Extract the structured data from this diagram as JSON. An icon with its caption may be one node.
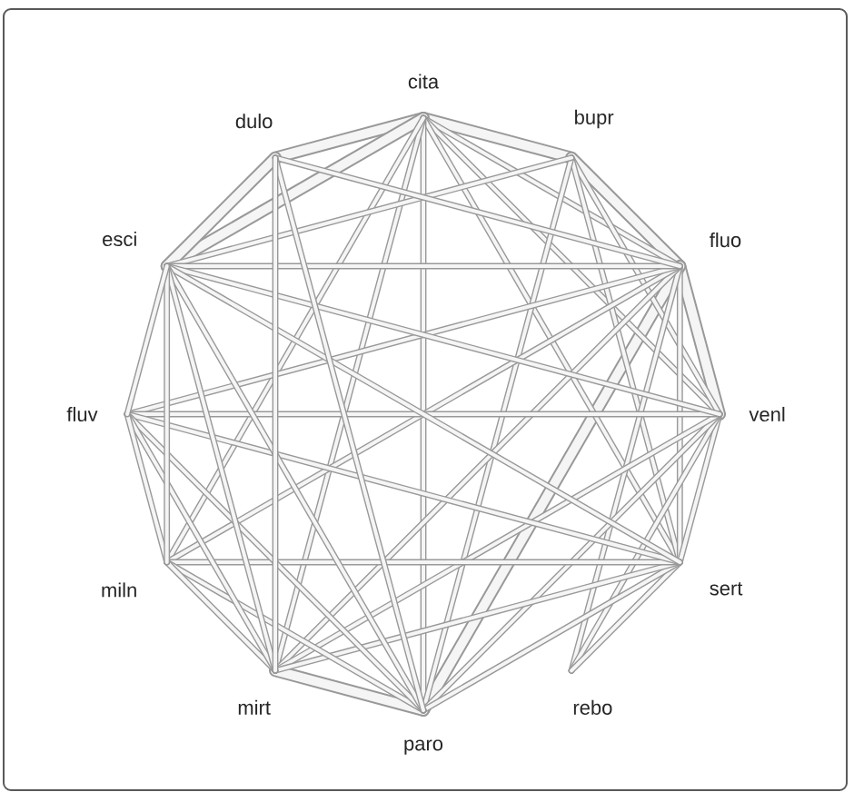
{
  "diagram": {
    "nodes": [
      {
        "text": [
          "cita"
        ]
      },
      {
        "text": [
          "bupr"
        ]
      },
      {
        "text": [
          "fluo"
        ]
      },
      {
        "text": [
          "venl"
        ]
      },
      {
        "text": [
          "sert"
        ]
      },
      {
        "text": [
          "rebo"
        ]
      },
      {
        "text": [
          "paro"
        ]
      },
      {
        "text": [
          "mirt"
        ]
      },
      {
        "text": [
          "miln"
        ]
      },
      {
        "text": [
          "fluv"
        ]
      },
      {
        "text": [
          "esci"
        ]
      },
      {
        "text": [
          "dulo"
        ]
      }
    ],
    "edges": [
      {
        "from": 0,
        "to": 11,
        "arrow": "none",
        "style": "thick"
      },
      {
        "from": 0,
        "to": 1,
        "arrow": "none",
        "style": "thick"
      },
      {
        "from": 0,
        "to": 2,
        "arrow": "none"
      },
      {
        "from": 0,
        "to": 3,
        "arrow": "none"
      },
      {
        "from": 0,
        "to": 4,
        "arrow": "none"
      },
      {
        "from": 0,
        "to": 6,
        "arrow": "none"
      },
      {
        "from": 0,
        "to": 7,
        "arrow": "none"
      },
      {
        "from": 0,
        "to": 8,
        "arrow": "none"
      },
      {
        "from": 0,
        "to": 10,
        "arrow": "none",
        "style": "thick"
      },
      {
        "from": 1,
        "to": 2,
        "arrow": "none",
        "style": "thick"
      },
      {
        "from": 1,
        "to": 3,
        "arrow": "none"
      },
      {
        "from": 1,
        "to": 4,
        "arrow": "none"
      },
      {
        "from": 1,
        "to": 6,
        "arrow": "none"
      },
      {
        "from": 1,
        "to": 10,
        "arrow": "none"
      },
      {
        "from": 2,
        "to": 3,
        "arrow": "none",
        "style": "thick"
      },
      {
        "from": 2,
        "to": 4,
        "arrow": "none"
      },
      {
        "from": 2,
        "to": 5,
        "arrow": "none"
      },
      {
        "from": 2,
        "to": 6,
        "arrow": "none",
        "style": "thick"
      },
      {
        "from": 2,
        "to": 7,
        "arrow": "none"
      },
      {
        "from": 2,
        "to": 8,
        "arrow": "none"
      },
      {
        "from": 2,
        "to": 9,
        "arrow": "none"
      },
      {
        "from": 2,
        "to": 10,
        "arrow": "none"
      },
      {
        "from": 2,
        "to": 11,
        "arrow": "none"
      },
      {
        "from": 3,
        "to": 4,
        "arrow": "none"
      },
      {
        "from": 3,
        "to": 5,
        "arrow": "none"
      },
      {
        "from": 3,
        "to": 6,
        "arrow": "none"
      },
      {
        "from": 3,
        "to": 7,
        "arrow": "none"
      },
      {
        "from": 3,
        "to": 9,
        "arrow": "none"
      },
      {
        "from": 3,
        "to": 10,
        "arrow": "none"
      },
      {
        "from": 4,
        "to": 5,
        "arrow": "none"
      },
      {
        "from": 4,
        "to": 6,
        "arrow": "none"
      },
      {
        "from": 4,
        "to": 7,
        "arrow": "none"
      },
      {
        "from": 4,
        "to": 8,
        "arrow": "none"
      },
      {
        "from": 4,
        "to": 9,
        "arrow": "none"
      },
      {
        "from": 4,
        "to": 10,
        "arrow": "none"
      },
      {
        "from": 6,
        "to": 7,
        "arrow": "none",
        "style": "thick"
      },
      {
        "from": 6,
        "to": 8,
        "arrow": "none"
      },
      {
        "from": 6,
        "to": 9,
        "arrow": "none"
      },
      {
        "from": 6,
        "to": 10,
        "arrow": "none"
      },
      {
        "from": 6,
        "to": 11,
        "arrow": "none"
      },
      {
        "from": 7,
        "to": 8,
        "arrow": "none"
      },
      {
        "from": 7,
        "to": 9,
        "arrow": "none"
      },
      {
        "from": 7,
        "to": 10,
        "arrow": "none"
      },
      {
        "from": 7,
        "to": 11,
        "arrow": "none"
      },
      {
        "from": 8,
        "to": 9,
        "arrow": "none"
      },
      {
        "from": 8,
        "to": 10,
        "arrow": "none"
      },
      {
        "from": 9,
        "to": 10,
        "arrow": "none"
      },
      {
        "from": 10,
        "to": 11,
        "arrow": "none",
        "style": "thick"
      }
    ]
  }
}
